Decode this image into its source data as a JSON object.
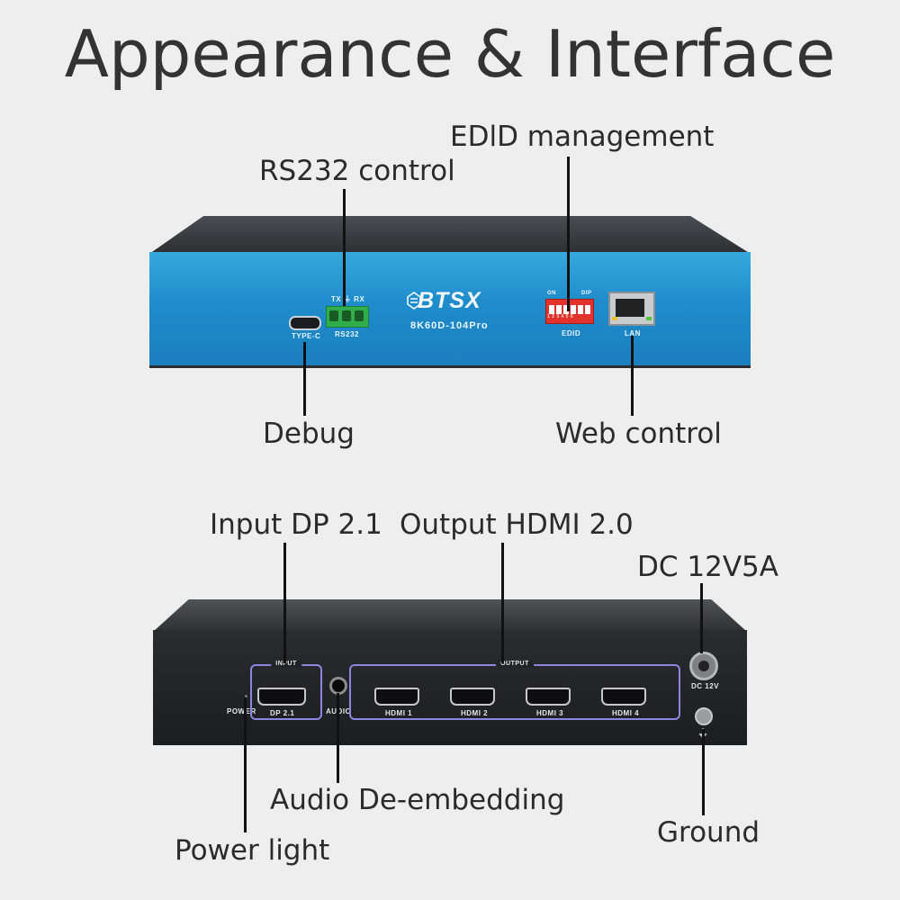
{
  "title": "Appearance & Interface",
  "front_callouts": {
    "edid": "EDlD management",
    "rs232": "RS232 control",
    "debug": "Debug",
    "web": "Web control"
  },
  "front_panel": {
    "typec_label": "TYPE-C",
    "rs232_top_label": "TX ⏚ RX",
    "rs232_label": "RS232",
    "brand": "BTSX",
    "model": "8K60D-104Pro",
    "dip_on_label": "ON",
    "dip_dip_label": "DIP",
    "dip_numbers": "1 2 3 4 5 6",
    "edid_label": "EDID",
    "lan_label": "LAN"
  },
  "rear_callouts": {
    "input": "Input DP 2.1",
    "output": "Output HDMI 2.0",
    "dc": "DC 12V5A",
    "audio": "Audio De-embedding",
    "ground": "Ground",
    "power": "Power light"
  },
  "rear_panel": {
    "power_label": "POWER",
    "input_box_label": "INPUT",
    "dp_label": "DP 2.1",
    "audio_label": "AUDIO",
    "output_box_label": "OUTPUT",
    "hdmi_labels": [
      "HDMI 1",
      "HDMI 2",
      "HDMI 3",
      "HDMI 4"
    ],
    "dc_label": "DC 12V",
    "ground_symbol": "⏚"
  }
}
